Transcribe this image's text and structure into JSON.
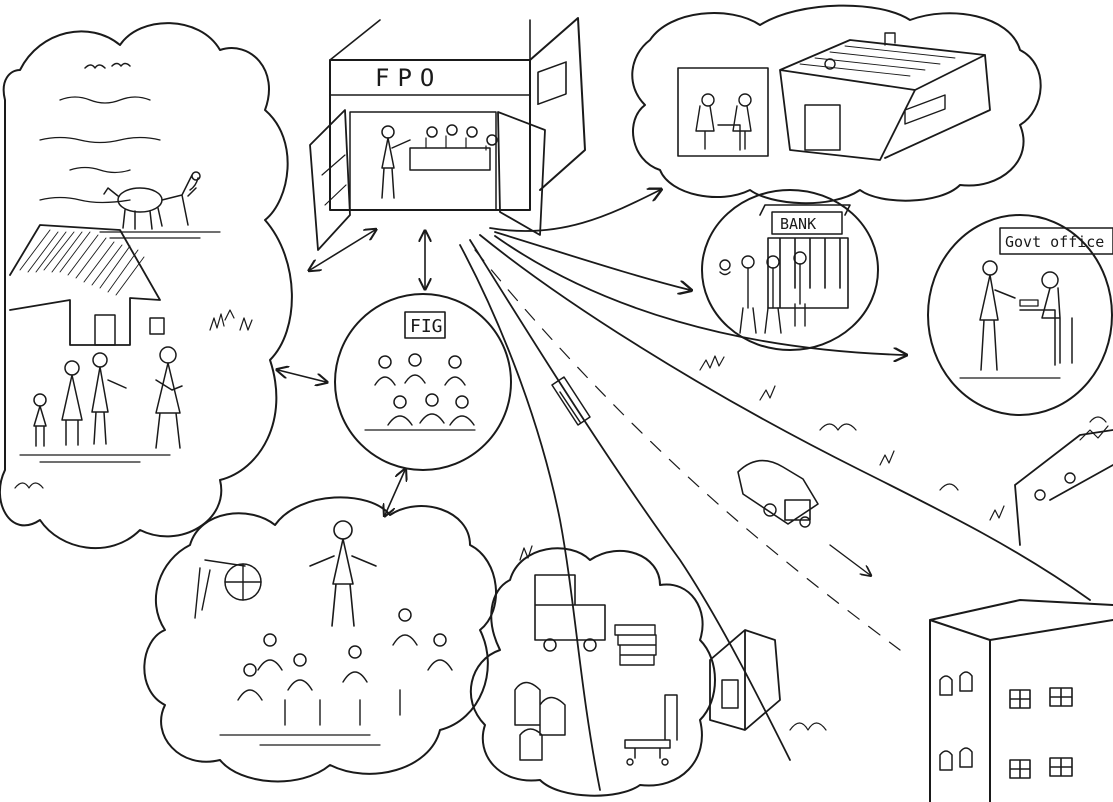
{
  "signs": {
    "fpo": "FPO",
    "fig": "FIG",
    "bank": "BANK",
    "govt_office": "Govt office"
  },
  "style": {
    "ink": "#1a1a1a",
    "paper": "#ffffff"
  }
}
